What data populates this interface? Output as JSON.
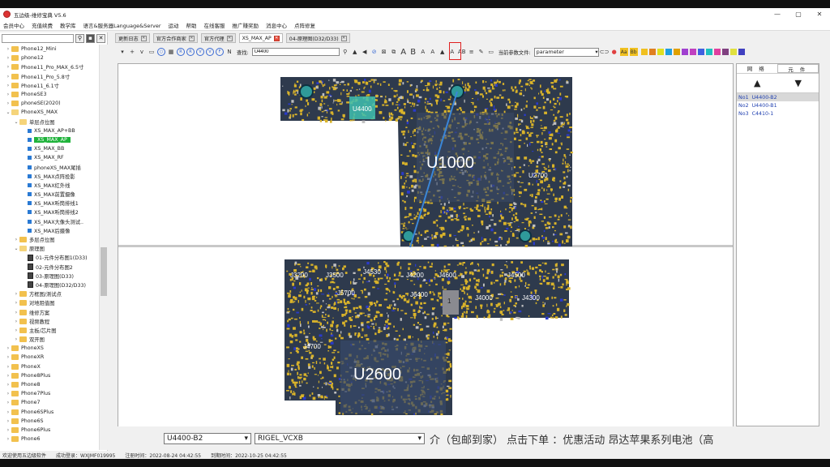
{
  "window": {
    "title": "五边级-维修宝典 V5.6",
    "buttons": [
      "—",
      "▢",
      "✕"
    ]
  },
  "menu": [
    "会员中心",
    "充值续费",
    "教学库",
    "语言&服务器Language&Server",
    "运动",
    "帮助",
    "在线客服",
    "推广赚奖励",
    "消息中心",
    "点阵修复"
  ],
  "tree": [
    {
      "label": "Phone12_Mini",
      "level": 1,
      "type": "folder"
    },
    {
      "label": "phone12",
      "level": 1,
      "type": "folder"
    },
    {
      "label": "Phone11_Pro_MAX_6.5寸",
      "level": 1,
      "type": "folder"
    },
    {
      "label": "Phone11_Pro_5.8寸",
      "level": 1,
      "type": "folder"
    },
    {
      "label": "Phone11_6.1寸",
      "level": 1,
      "type": "folder"
    },
    {
      "label": "PhoneSE3",
      "level": 1,
      "type": "folder"
    },
    {
      "label": "phoneSE(2020)",
      "level": 1,
      "type": "folder"
    },
    {
      "label": "PhoneXS_MAX",
      "level": 1,
      "type": "folder-open"
    },
    {
      "label": "单层点位图",
      "level": 2,
      "type": "folder-open"
    },
    {
      "label": "XS_MAX_AP+BB",
      "level": 3,
      "type": "leaf"
    },
    {
      "label": "XS_MAX_AP",
      "level": 3,
      "type": "leaf",
      "selected": true
    },
    {
      "label": "XS_MAX_BB",
      "level": 3,
      "type": "leaf"
    },
    {
      "label": "XS_MAX_RF",
      "level": 3,
      "type": "leaf"
    },
    {
      "label": "phoneXS_MAX尾插",
      "level": 3,
      "type": "leaf"
    },
    {
      "label": "XS_MAX点阵投影",
      "level": 3,
      "type": "leaf"
    },
    {
      "label": "XS_MAX红外线",
      "level": 3,
      "type": "leaf"
    },
    {
      "label": "XS_MAX前置摄像",
      "level": 3,
      "type": "leaf"
    },
    {
      "label": "XS_MAX听筒排线1",
      "level": 3,
      "type": "leaf"
    },
    {
      "label": "XS_MAX听筒排线2",
      "level": 3,
      "type": "leaf"
    },
    {
      "label": "XS_MAX大像头测试..",
      "level": 3,
      "type": "leaf"
    },
    {
      "label": "XS_MAX后摄像",
      "level": 3,
      "type": "leaf"
    },
    {
      "label": "多层点位图",
      "level": 2,
      "type": "folder"
    },
    {
      "label": "原理图",
      "level": 2,
      "type": "folder-open"
    },
    {
      "label": "01-元件分布图1(D33)",
      "level": 3,
      "type": "doc"
    },
    {
      "label": "02-元件分布图2",
      "level": 3,
      "type": "doc"
    },
    {
      "label": "03-原理图(D33)",
      "level": 3,
      "type": "doc"
    },
    {
      "label": "04-原理图(D32/D33)",
      "level": 3,
      "type": "doc"
    },
    {
      "label": "方框图/测试点",
      "level": 2,
      "type": "folder"
    },
    {
      "label": "对地阻值图",
      "level": 2,
      "type": "folder"
    },
    {
      "label": "维修方案",
      "level": 2,
      "type": "folder"
    },
    {
      "label": "视频教程",
      "level": 2,
      "type": "folder"
    },
    {
      "label": "主板/芯片图",
      "level": 2,
      "type": "folder"
    },
    {
      "label": "双开图",
      "level": 2,
      "type": "folder"
    },
    {
      "label": "PhoneXS",
      "level": 1,
      "type": "folder"
    },
    {
      "label": "PhoneXR",
      "level": 1,
      "type": "folder"
    },
    {
      "label": "PhoneX",
      "level": 1,
      "type": "folder"
    },
    {
      "label": "Phone8Plus",
      "level": 1,
      "type": "folder"
    },
    {
      "label": "Phone8",
      "level": 1,
      "type": "folder"
    },
    {
      "label": "Phone7Plus",
      "level": 1,
      "type": "folder"
    },
    {
      "label": "Phone7",
      "level": 1,
      "type": "folder"
    },
    {
      "label": "Phone6SPlus",
      "level": 1,
      "type": "folder"
    },
    {
      "label": "Phone6S",
      "level": 1,
      "type": "folder"
    },
    {
      "label": "Phone6Plus",
      "level": 1,
      "type": "folder"
    },
    {
      "label": "Phone6",
      "level": 1,
      "type": "folder"
    }
  ],
  "tabs": [
    {
      "label": "更新日志",
      "active": false
    },
    {
      "label": "官方合作商家",
      "active": false
    },
    {
      "label": "官方代理",
      "active": false
    },
    {
      "label": "XS_MAX_AP",
      "active": true
    },
    {
      "label": "04-原理图(D32/D33)",
      "active": false
    }
  ],
  "toolbar": {
    "find_label": "查找:",
    "find_value": "U4400",
    "param_label": "当前参数文件:",
    "param_value": "parameter",
    "swatch_colors": [
      "#f0c020",
      "#e08020",
      "#e0e020",
      "#20a0e0",
      "#e0a000",
      "#a040d0",
      "#c040c0",
      "#4060e0",
      "#20c0c0",
      "#e040a0",
      "#804080",
      "#e0e040",
      "#4040c0"
    ]
  },
  "board": {
    "top_labels": [
      "U1000",
      "U4400",
      "U2700"
    ],
    "bottom_labels": [
      "U2600",
      "J3200",
      "J3500",
      "J4530",
      "J4200",
      "J4600",
      "J4500",
      "J5700",
      "J6400",
      "J4000",
      "J4300",
      "J4700",
      "1"
    ]
  },
  "right_panel": {
    "tab_net": "网 络",
    "tab_part": "元 件",
    "rows": [
      {
        "no": "No1",
        "value": "U4400-B2",
        "selected": true
      },
      {
        "no": "No2",
        "value": "U4400-B1"
      },
      {
        "no": "No3",
        "value": "C4410-1"
      }
    ]
  },
  "bottom": {
    "combo1": "U4400-B2",
    "combo2": "RIGEL_VCXB",
    "marquee": "介（包邮到家）   点击下单 ：优惠活动 昂达苹果系列电池（高"
  },
  "status": {
    "welcome": "欢迎使用五边级软件",
    "login": "成功登录：WXJMF019995",
    "reg_time": "注册时间：2022-08-24 04:42:55",
    "expire_time": "到期时间：2022-10-25 04:42:55"
  }
}
